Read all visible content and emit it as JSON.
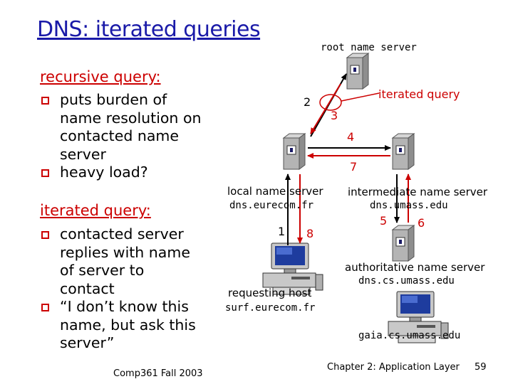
{
  "title": "DNS: iterated queries",
  "recursive": {
    "heading": "recursive query:",
    "bullets": [
      [
        "puts burden of",
        "name resolution on",
        "contacted name",
        "server"
      ],
      [
        "heavy load?"
      ]
    ]
  },
  "iterated": {
    "heading": "iterated query:",
    "bullets": [
      [
        "contacted server",
        "replies with name",
        "of server to",
        "contact"
      ],
      [
        "“I don’t know this",
        "name, but ask this",
        "server”"
      ]
    ]
  },
  "diagram": {
    "root_server": "root name server",
    "iterated_query": "iterated query",
    "local_server": "local name server",
    "local_host": "dns.eurecom.fr",
    "intermediate_server": "intermediate name server",
    "intermediate_host": "dns.umass.edu",
    "authoritative_server": "authoritative name server",
    "authoritative_host": "dns.cs.umass.edu",
    "requesting_host": "requesting host",
    "requesting_host_name": "surf.eurecom.fr",
    "gaia_host": "gaia.cs.umass.edu",
    "steps": [
      "1",
      "2",
      "3",
      "4",
      "5",
      "6",
      "7",
      "8"
    ]
  },
  "footer": {
    "course": "Comp361  Fall 2003",
    "chapter": "Chapter 2: Application Layer",
    "page": "59"
  },
  "colors": {
    "title": "#1a1aa8",
    "accent": "#cc0000",
    "server_body": "#aaaaaa"
  }
}
